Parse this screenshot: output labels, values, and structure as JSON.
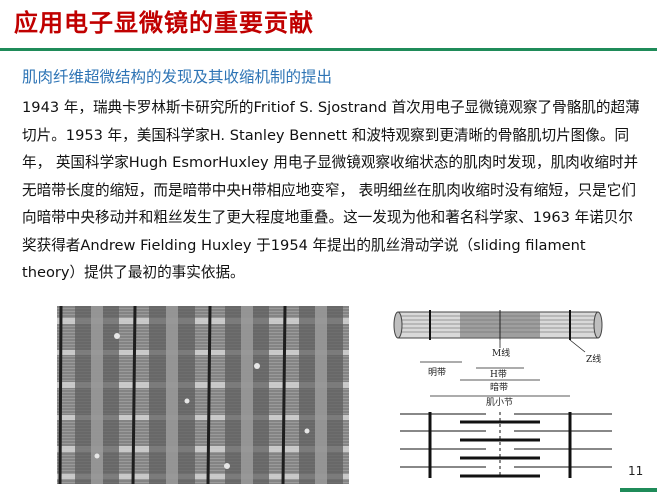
{
  "slide": {
    "title": "应用电子显微镜的重要贡献",
    "subtitle": "肌肉纤维超微结构的发现及其收缩机制的提出",
    "body": "1943 年，瑞典卡罗林斯卡研究所的Fritiof S. Sjostrand 首次用电子显微镜观察了骨骼肌的超薄切片。1953 年，美国科学家H. Stanley Bennett 和波特观察到更清晰的骨骼肌切片图像。同年，  英国科学家Hugh EsmorHuxley 用电子显微镜观察收缩状态的肌肉时发现，肌肉收缩时并无暗带长度的缩短，而是暗带中央H带相应地变窄，  表明细丝在肌肉收缩时没有缩短，只是它们向暗带中央移动并和粗丝发生了更大程度地重叠。这一发现为他和著名科学家、1963 年诺贝尔奖获得者Andrew Fielding Huxley  于1954 年提出的肌丝滑动学说（sliding filament theory）提供了最初的事实依据。",
    "page_number": "11"
  },
  "diagram_labels": {
    "m_line": "M线",
    "z_line": "Z线",
    "light_band": "明带",
    "h_band": "H带",
    "dark_band": "暗带",
    "sarcomere": "肌小节"
  },
  "colors": {
    "title": "#c00000",
    "rule": "#1f8b59",
    "subtitle": "#2e74b5"
  }
}
